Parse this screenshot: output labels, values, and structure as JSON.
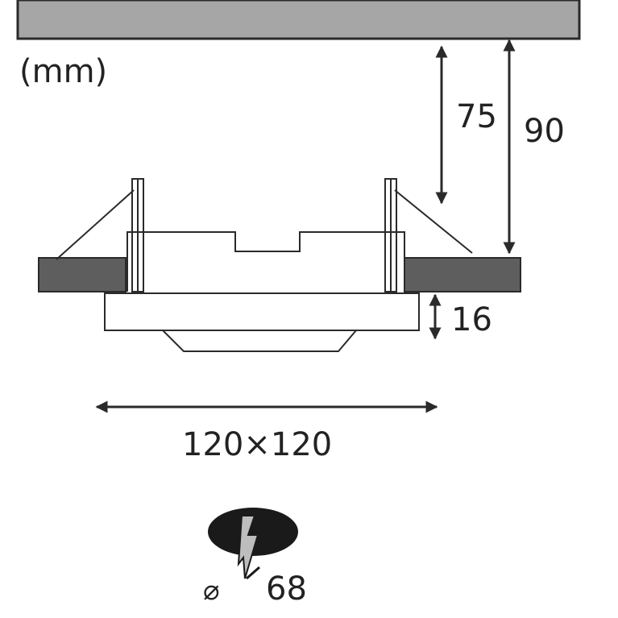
{
  "unit_label": "(mm)",
  "dimensions": {
    "depth_inner": "75",
    "depth_outer": "90",
    "bezel_height": "16",
    "width": "120×120",
    "hole_diameter_symbol": "⌀",
    "hole_diameter": "68"
  },
  "colors": {
    "ceiling": "#a6a6a6",
    "ceiling_block": "#5e5e5e",
    "hole": "#1a1a1a",
    "stroke": "#2a2a2a"
  }
}
